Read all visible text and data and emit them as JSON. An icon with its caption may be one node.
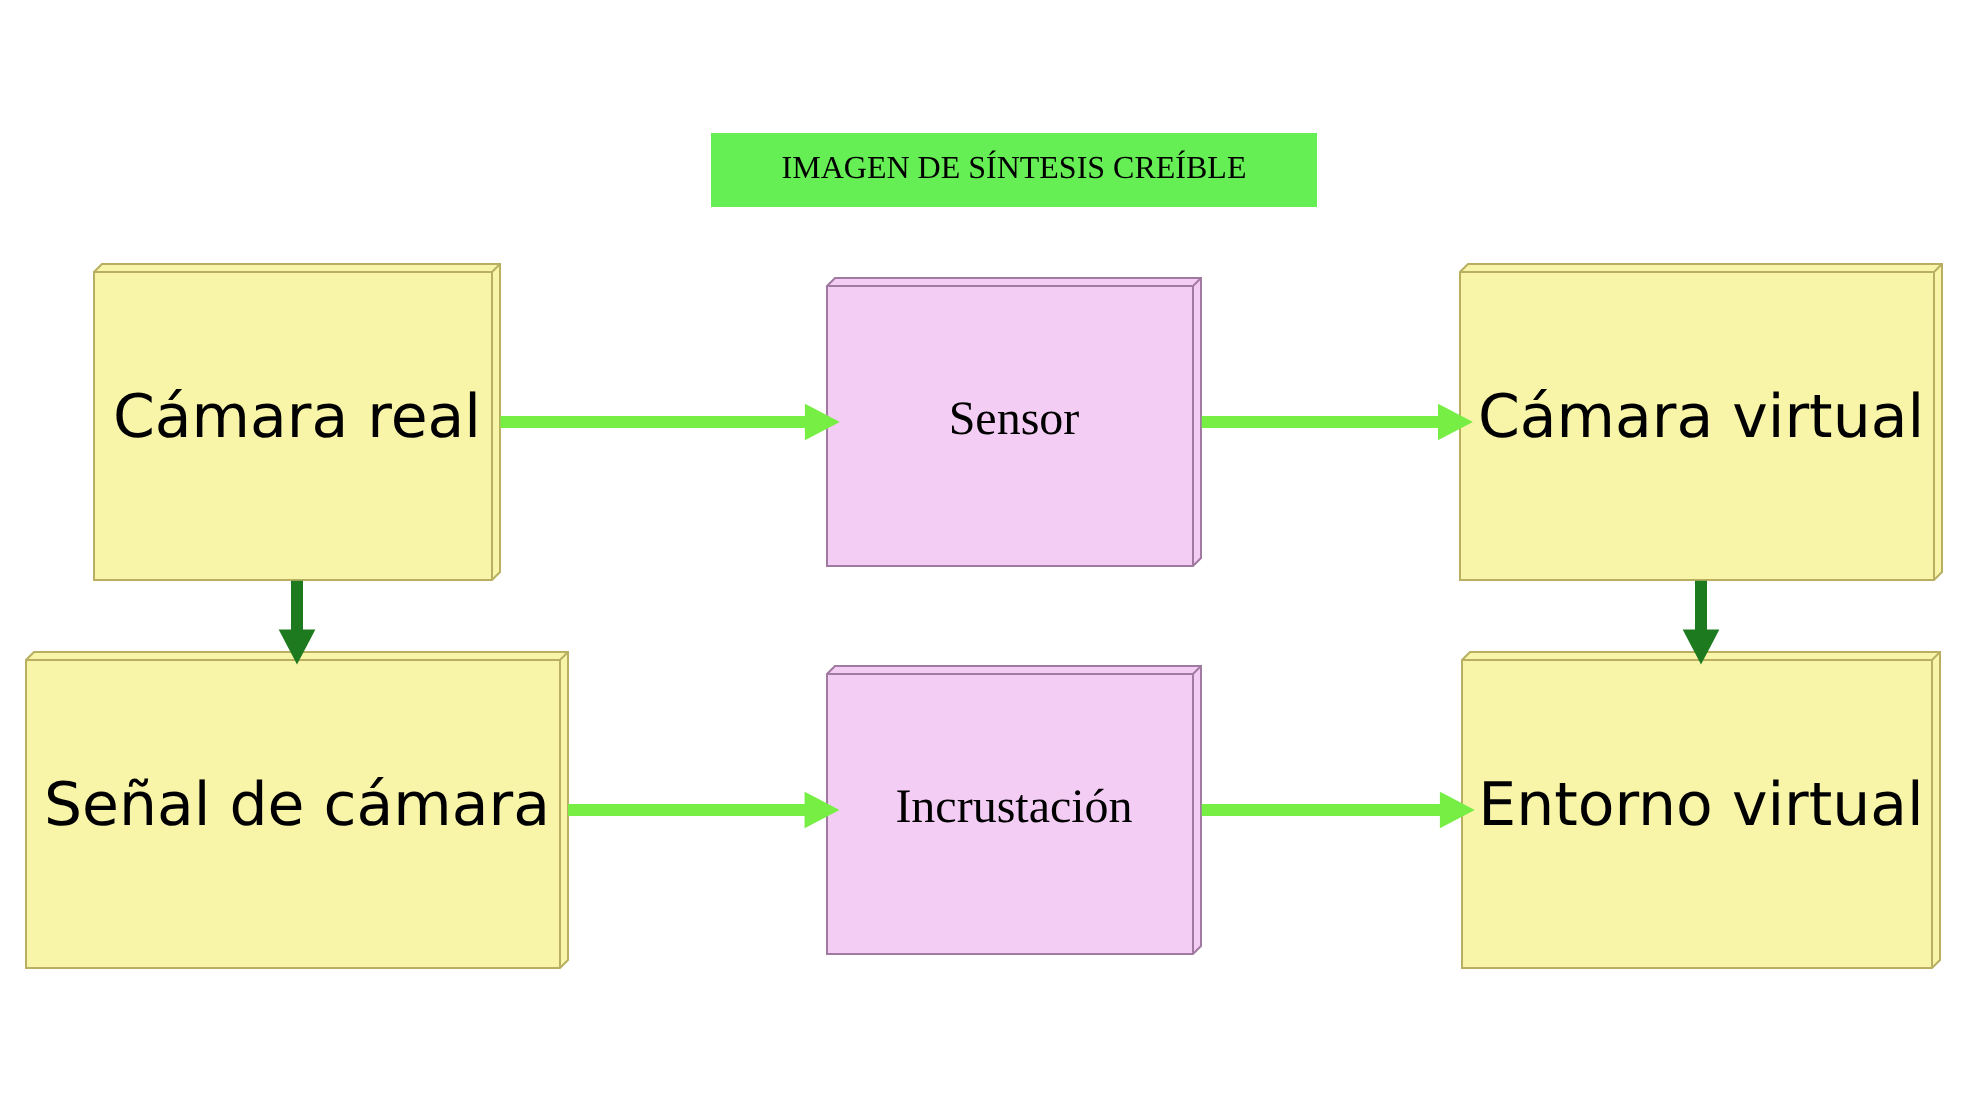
{
  "diagram": {
    "nodes": [
      {
        "text": [
          "Cámara real"
        ]
      },
      {
        "text": [
          "Sensor"
        ]
      },
      {
        "text": [
          "Cámara virtual"
        ]
      },
      {
        "text": [
          "IMAGEN DE SÍNTESIS CREÍBLE"
        ]
      },
      {
        "text": [
          "Señal de cámara"
        ]
      },
      {
        "text": [
          "Incrustación"
        ]
      },
      {
        "text": [
          "Entorno virtual"
        ]
      }
    ],
    "edges": [
      {
        "from": 0,
        "to": 1,
        "arrow": "to"
      },
      {
        "from": 1,
        "to": 2,
        "arrow": "to"
      },
      {
        "from": 0,
        "to": 4,
        "arrow": "to",
        "color": "#1e7a1e"
      },
      {
        "from": 2,
        "to": 6,
        "arrow": "to",
        "color": "#1e7a1e"
      },
      {
        "from": 4,
        "to": 5,
        "arrow": "to"
      },
      {
        "from": 5,
        "to": 6,
        "arrow": "to"
      }
    ]
  }
}
